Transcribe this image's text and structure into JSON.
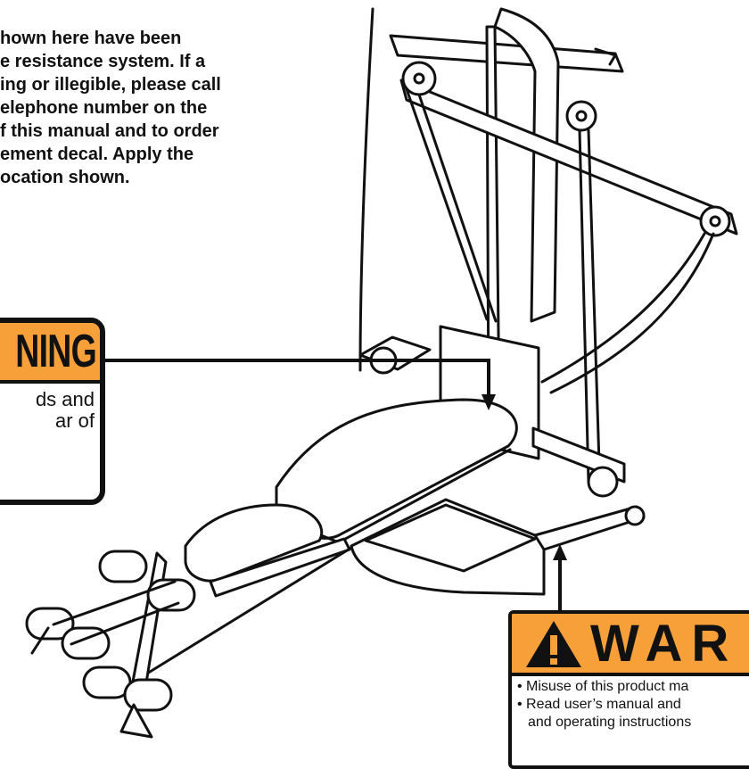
{
  "intro_text": [
    "hown here have been",
    "e resistance system. If a",
    "ing or illegible, please call",
    "elephone number on the",
    "f this manual and to order",
    "ement decal. Apply the",
    "ocation shown."
  ],
  "left_decal": {
    "header": "NING",
    "body": [
      "ds and",
      "ar of"
    ]
  },
  "right_decal": {
    "header": "WAR",
    "bullets": [
      "• Misuse of this product ma",
      "• Read user’s manual and",
      "and operating instructions"
    ]
  },
  "colors": {
    "decal_orange": "#f7a03a",
    "line": "#111111"
  },
  "icons": [
    "warning-triangle-icon",
    "pointer-arrow-icon"
  ]
}
